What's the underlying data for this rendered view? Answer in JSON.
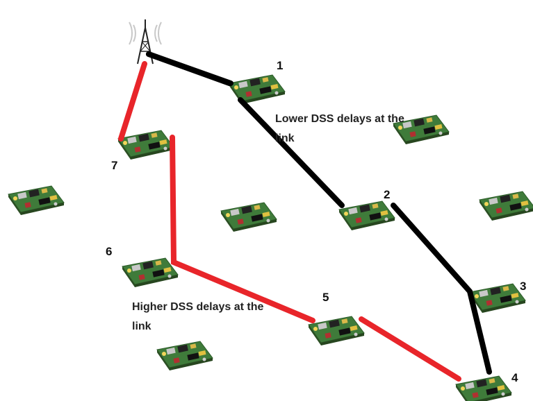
{
  "diagram": {
    "nodes": [
      {
        "id": "1",
        "label": "1"
      },
      {
        "id": "2",
        "label": "2"
      },
      {
        "id": "3",
        "label": "3"
      },
      {
        "id": "4",
        "label": "4"
      },
      {
        "id": "5",
        "label": "5"
      },
      {
        "id": "6",
        "label": "6"
      },
      {
        "id": "7",
        "label": "7"
      }
    ],
    "black_path": [
      "tower",
      "1",
      "2",
      "3",
      "4"
    ],
    "red_path": [
      "tower",
      "7",
      "6",
      "5",
      "4"
    ],
    "colors": {
      "black_link": "#000000",
      "red_link": "#e8252a",
      "board_green": "#3f7b3a"
    },
    "annotations": {
      "lower_line1": "Lower DSS delays at the",
      "lower_line2": "link",
      "higher_line1": "Higher DSS delays at the",
      "higher_line2": "link"
    },
    "icons": [
      "cell-tower-icon",
      "sensor-board-icon"
    ]
  }
}
